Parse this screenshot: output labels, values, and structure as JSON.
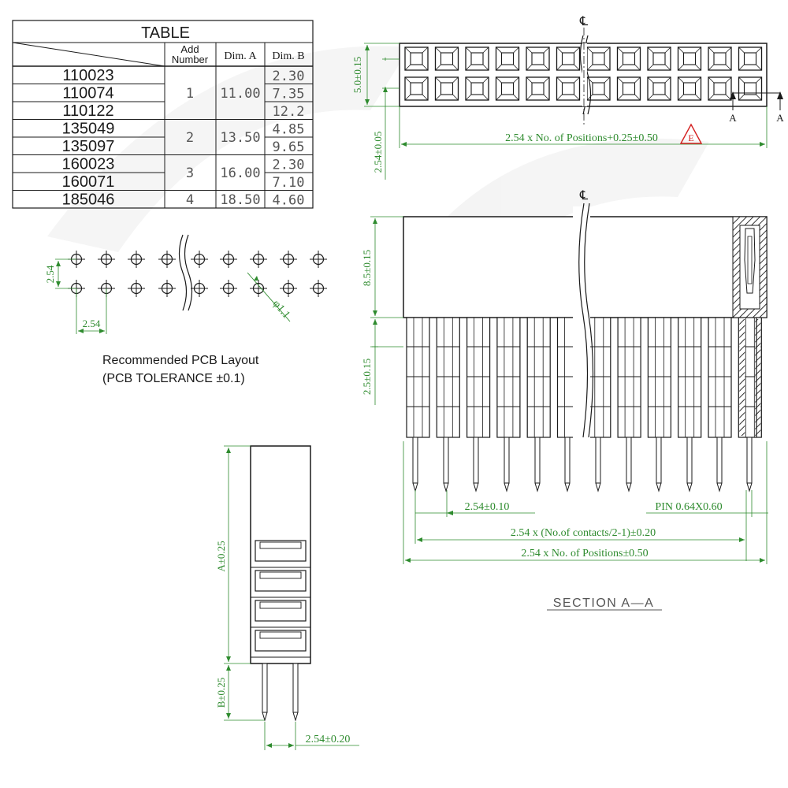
{
  "table": {
    "title": "TABLE",
    "col_add_line1": "Add",
    "col_add_line2": "Number",
    "col_dim_a": "Dim. A",
    "col_dim_b": "Dim. B",
    "rows": [
      {
        "part": "110023",
        "dim_b": "2.30"
      },
      {
        "part": "110074",
        "dim_b": "7.35"
      },
      {
        "part": "110122",
        "dim_b": "12.2"
      },
      {
        "part": "135049",
        "dim_b": "4.85"
      },
      {
        "part": "135097",
        "dim_b": "9.65"
      },
      {
        "part": "160023",
        "dim_b": "2.30"
      },
      {
        "part": "160071",
        "dim_b": "7.10"
      },
      {
        "part": "185046",
        "dim_b": "4.60"
      }
    ],
    "groups": [
      {
        "add": "1",
        "dim_a": "11.00"
      },
      {
        "add": "2",
        "dim_a": "13.50"
      },
      {
        "add": "3",
        "dim_a": "16.00"
      },
      {
        "add": "4",
        "dim_a": "18.50"
      }
    ]
  },
  "top_view": {
    "centerline": "℄",
    "dim_height": "5.0±0.15",
    "dim_pitch": "2.54±0.05",
    "dim_length": "2.54 x No. of Positions+0.25±0.50",
    "revision": "E",
    "section_mark": "A"
  },
  "pcb": {
    "dim_row": "2.54",
    "dim_col": "2.54",
    "hole": "φ1.1",
    "caption_line1": "Recommended PCB Layout",
    "caption_line2": "(PCB TOLERANCE ±0.1)"
  },
  "section": {
    "centerline": "℄",
    "dim_body": "8.5±0.15",
    "dim_lower": "2.5±0.15",
    "dim_pitch": "2.54±0.10",
    "dim_pin": "PIN 0.64X0.60",
    "dim_contacts": "2.54 x (No.of contacts/2-1)±0.20",
    "dim_positions": "2.54 x No. of Positions±0.50",
    "title": "SECTION A—A"
  },
  "side_view": {
    "dim_a": "A±0.25",
    "dim_b": "B±0.25",
    "dim_pitch": "2.54±0.20"
  }
}
